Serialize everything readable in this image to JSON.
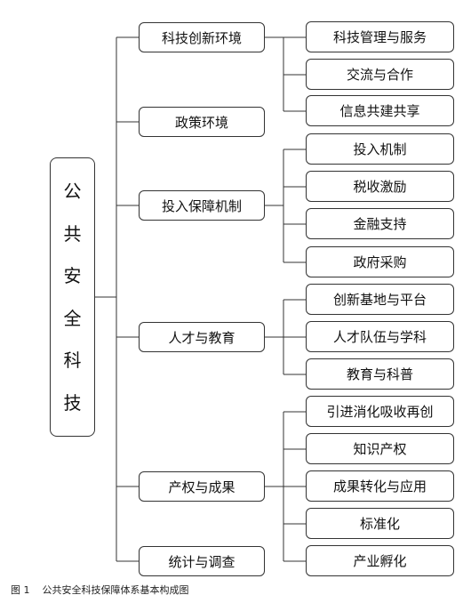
{
  "diagram": {
    "root_chars": [
      "公",
      "共",
      "安",
      "全",
      "科",
      "技"
    ],
    "level1": [
      "科技创新环境",
      "政策环境",
      "投入保障机制",
      "人才与教育",
      "产权与成果",
      "统计与调查"
    ],
    "level2": {
      "tech_innovation": [
        "科技管理与服务",
        "交流与合作",
        "信息共建共享"
      ],
      "investment": [
        "投入机制",
        "税收激励",
        "金融支持",
        "政府采购"
      ],
      "talent": [
        "创新基地与平台",
        "人才队伍与学科",
        "教育与科普"
      ],
      "property": [
        "引进消化吸收再创",
        "知识产权",
        "成果转化与应用",
        "标准化",
        "产业孵化"
      ]
    }
  },
  "caption": {
    "figure_number": "图 1",
    "text": "公共安全科技保障体系基本构成图"
  },
  "colors": {
    "line": "#333333",
    "box_border": "#333333",
    "background": "#ffffff"
  }
}
